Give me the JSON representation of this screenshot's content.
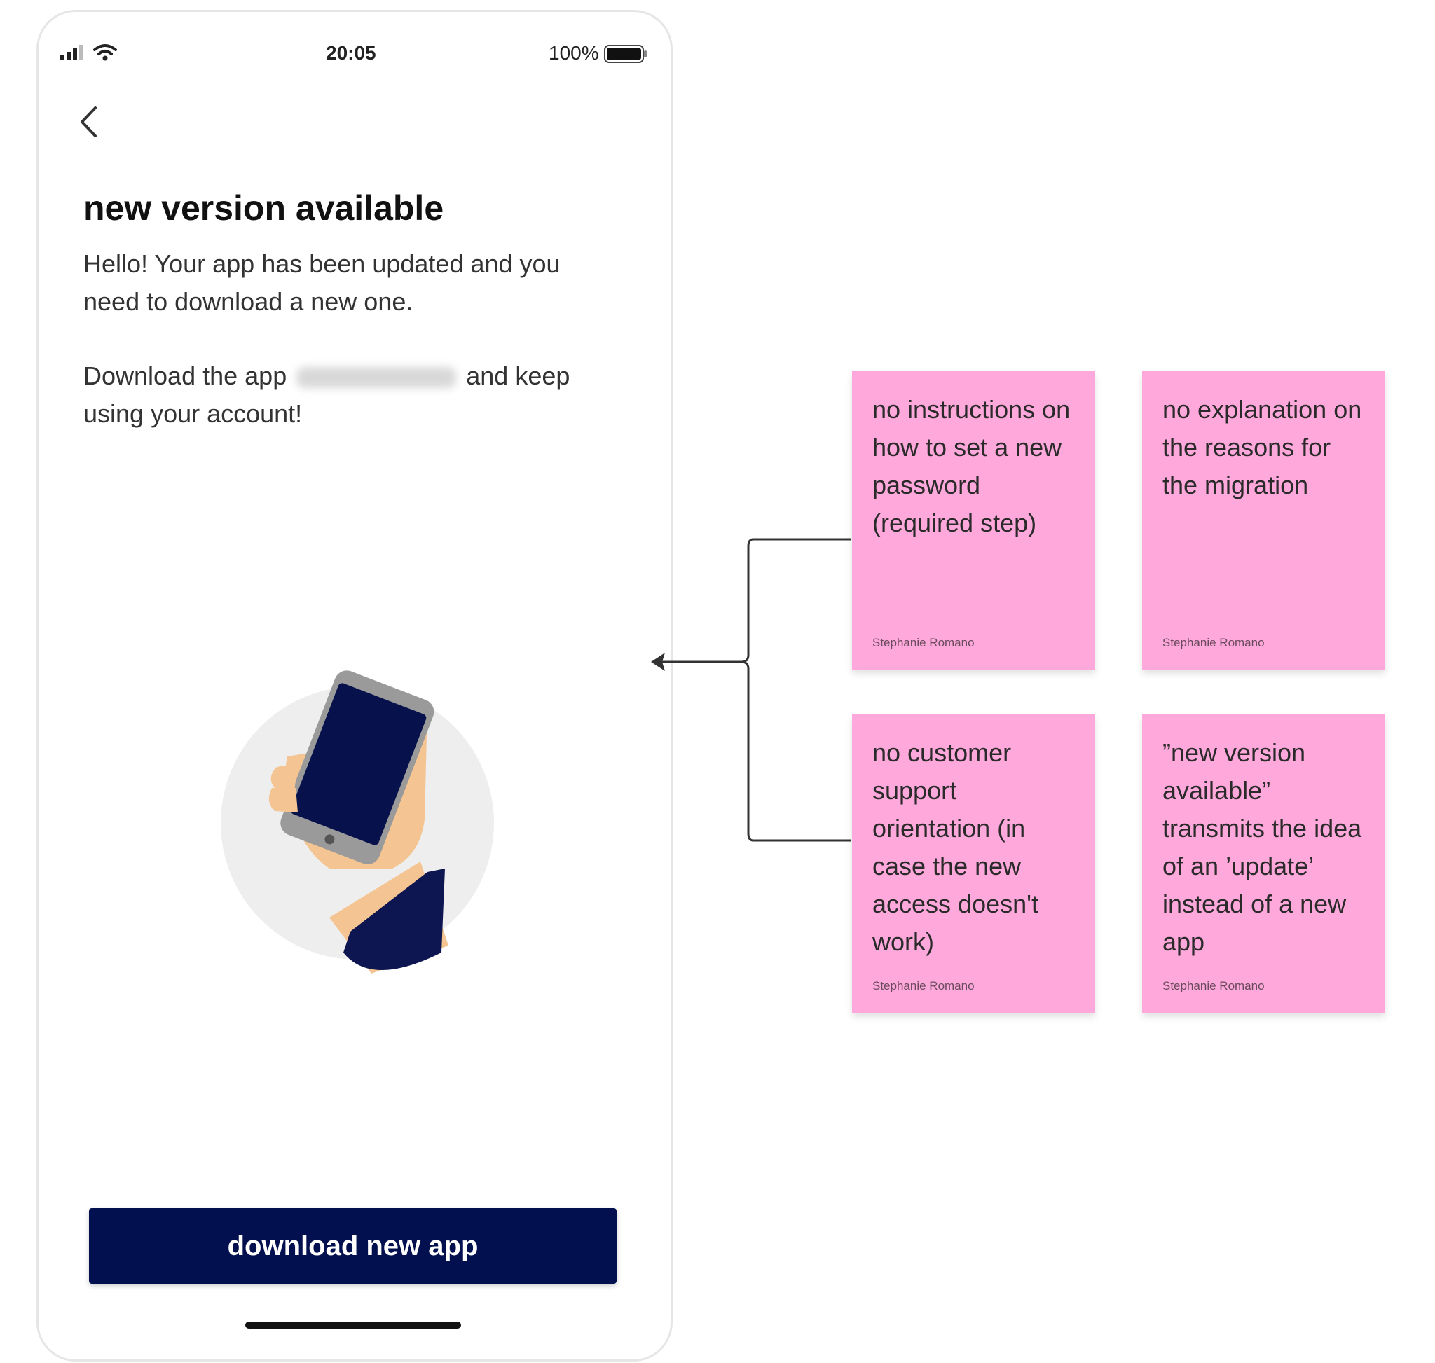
{
  "status_bar": {
    "time": "20:05",
    "battery_label": "100%"
  },
  "screen": {
    "title": "new version available",
    "paragraph1": "Hello! Your app has been updated and you need to download a new one.",
    "paragraph2_before": "Download the app",
    "paragraph2_after": "and keep using your account!",
    "cta_label": "download new app"
  },
  "colors": {
    "cta_background": "#02104f",
    "sticky_note": "#fea8db"
  },
  "icons": [
    "signal-icon",
    "wifi-icon",
    "battery-icon",
    "back-icon",
    "arrow-icon"
  ],
  "notes": [
    {
      "text": "no instructions on how to set a new password (required step)",
      "author": "Stephanie Romano"
    },
    {
      "text": "no explanation on the reasons for the migration",
      "author": "Stephanie Romano"
    },
    {
      "text": "no customer support orientation (in case the new access doesn't work)",
      "author": "Stephanie Romano"
    },
    {
      "text": "”new version available” transmits the idea of an ’update’ instead of a new app",
      "author": "Stephanie Romano"
    }
  ]
}
